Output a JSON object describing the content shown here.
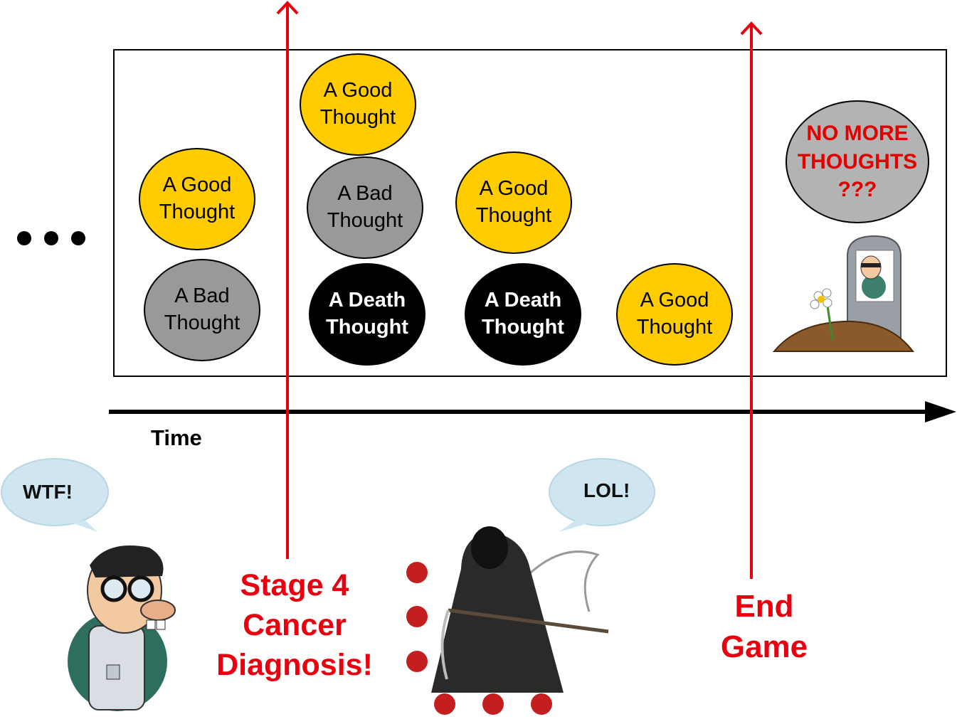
{
  "bubbles": {
    "b1": "A Good\nThought",
    "b2": "A Bad\nThought",
    "b3": "A Good\nThought",
    "b4": "A Bad\nThought",
    "b5": "A Death\nThought",
    "b6": "A Good\nThought",
    "b7": "A Death\nThought",
    "b8": "A Good\nThought",
    "b9": "NO MORE\nTHOUGHTS\n???"
  },
  "axis": {
    "label": "Time"
  },
  "markers": {
    "diagnosis": "Stage 4\nCancer\nDiagnosis!",
    "end": "End\nGame"
  },
  "speech": {
    "left": "WTF!",
    "right": "LOL!"
  },
  "colors": {
    "good": "#FFCC00",
    "bad": "#999999",
    "death": "#000000",
    "accent_red": "#E8000F"
  }
}
